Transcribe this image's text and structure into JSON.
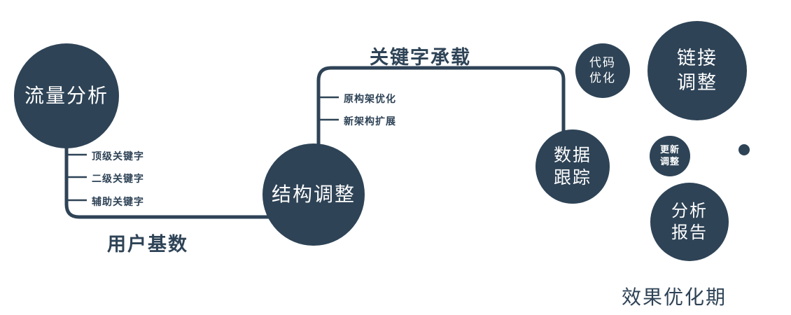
{
  "colors": {
    "primary": "#2e4356",
    "text_on_dark": "#ffffff",
    "background": "#ffffff"
  },
  "nodes": {
    "traffic": {
      "label": "流量分析"
    },
    "structure": {
      "label": "结构调整"
    },
    "tracking": {
      "line1": "数据",
      "line2": "跟踪"
    },
    "code": {
      "line1": "代码",
      "line2": "优化"
    },
    "link": {
      "line1": "链接",
      "line2": "调整"
    },
    "update": {
      "line1": "更新",
      "line2": "调整"
    },
    "report": {
      "line1": "分析",
      "line2": "报告"
    }
  },
  "edges": {
    "user_base": "用户基数",
    "keyword_carry": "关键字承载"
  },
  "branches": {
    "traffic": [
      "顶级关键字",
      "二级关键字",
      "辅助关键字"
    ],
    "structure": [
      "原构架优化",
      "新架构扩展"
    ]
  },
  "footer": "效果优化期"
}
